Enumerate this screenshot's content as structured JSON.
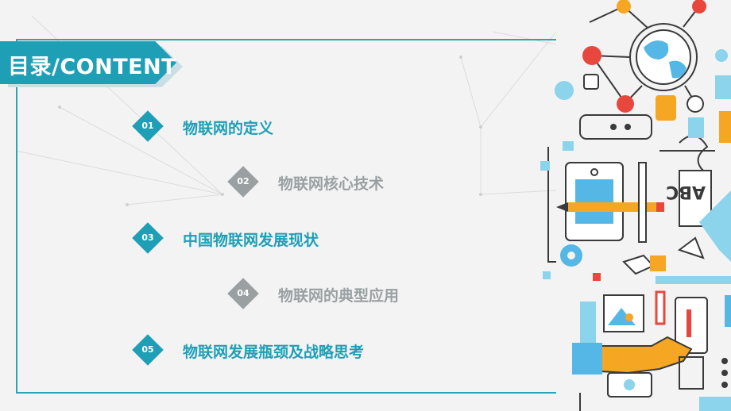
{
  "header": {
    "title": "目录/CONTENT"
  },
  "toc": [
    {
      "num": "01",
      "label": "物联网的定义",
      "style": "teal"
    },
    {
      "num": "02",
      "label": "物联网核心技术",
      "style": "gray"
    },
    {
      "num": "03",
      "label": "中国物联网发展现状",
      "style": "teal"
    },
    {
      "num": "04",
      "label": "物联网的典型应用",
      "style": "gray"
    },
    {
      "num": "05",
      "label": "物联网发展瓶颈及战略思考",
      "style": "teal"
    }
  ],
  "colors": {
    "accent": "#1e9fb6",
    "muted": "#9aa0a2",
    "orange": "#f5a623",
    "red": "#e8473e",
    "lightblue": "#8cd3ec"
  }
}
